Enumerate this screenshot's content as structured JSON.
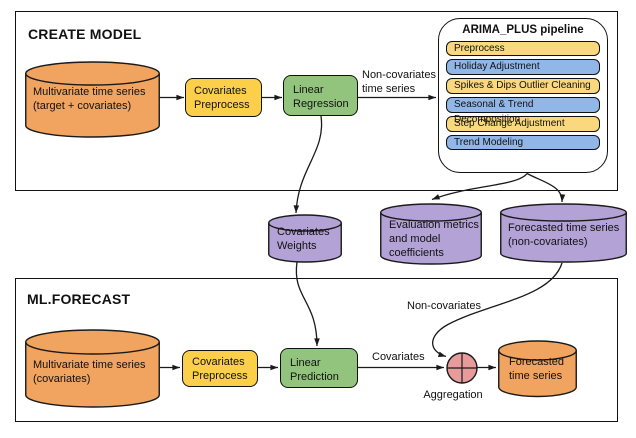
{
  "create_model": {
    "title": "CREATE MODEL",
    "source_label": "Multivariate time series\n(target + covariates)",
    "preprocess_label": "Covariates\nPreprocess",
    "model_label": "Linear\nRegression",
    "edge_label": "Non-covariates\ntime series",
    "pipeline": {
      "title": "ARIMA_PLUS pipeline",
      "steps": [
        "Preprocess",
        "Holiday Adjustment",
        "Spikes & Dips Outlier Cleaning",
        "Seasonal & Trend Decomposition",
        "Step Change Adjustment",
        "Trend Modeling"
      ]
    }
  },
  "outputs": {
    "covariates_weights_label": "Covariates\nWeights",
    "evaluation_label": "Evaluation metrics\nand model\ncoefficients",
    "forecast_noncovariates_label": "Forecasted time series\n(non-covariates)"
  },
  "ml_forecast": {
    "title": "ML.FORECAST",
    "source_label": "Multivariate time series\n(covariates)",
    "preprocess_label": "Covariates\nPreprocess",
    "model_label": "Linear\nPrediction",
    "covariates_edge_label": "Covariates",
    "noncovariates_edge_label": "Non-covariates",
    "aggregation_label": "Aggregation",
    "output_label": "Forecasted\ntime series"
  },
  "colors": {
    "orange": "#F0A45F",
    "yellow": "#FCCF4B",
    "pipeline_yellow": "#FAD87E",
    "blue": "#91B7E9",
    "green": "#93C47D",
    "purple": "#B3A2D6",
    "pink": "#E79B9B",
    "line": "#1a1a1a"
  }
}
